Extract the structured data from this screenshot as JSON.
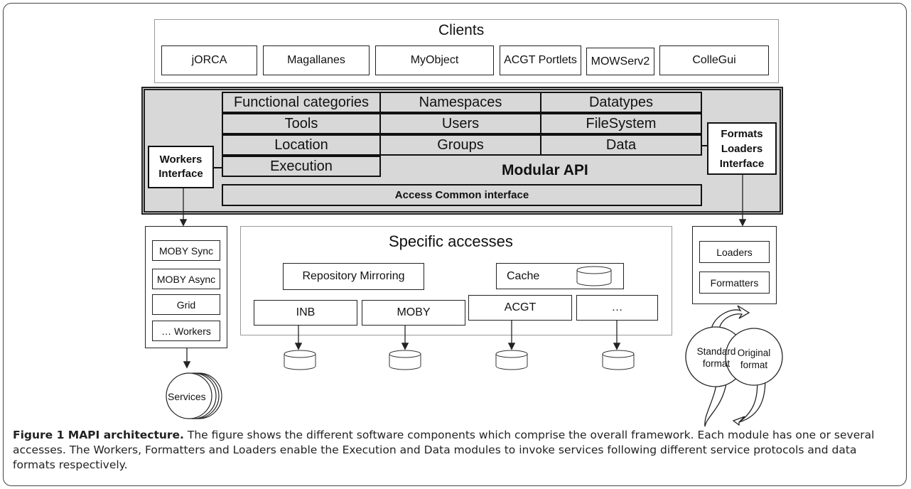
{
  "clients": {
    "title": "Clients",
    "items": [
      "jORCA",
      "Magallanes",
      "MyObject",
      "ACGT Portlets",
      "MOWServ2",
      "ColleGui"
    ]
  },
  "api": {
    "rows": [
      [
        "Functional categories",
        "Namespaces",
        "Datatypes"
      ],
      [
        "Tools",
        "Users",
        "FileSystem"
      ],
      [
        "Location",
        "Groups",
        "Data"
      ],
      [
        "Execution"
      ]
    ],
    "modular_label": "Modular API",
    "access_common": "Access Common interface",
    "workers_interface": "Workers Interface",
    "formats_interface": "Formats Loaders Interface"
  },
  "workers": {
    "items": [
      "MOBY Sync",
      "MOBY Async",
      "Grid",
      "… Workers"
    ],
    "services": "Services"
  },
  "specific": {
    "title": "Specific accesses",
    "repository": "Repository Mirroring",
    "cache": "Cache",
    "repos": [
      "INB",
      "MOBY",
      "ACGT",
      "…"
    ]
  },
  "formats": {
    "loaders": "Loaders",
    "formatters": "Formatters",
    "standard": "Standard format",
    "original": "Original format"
  },
  "caption": {
    "title": "Figure 1 MAPI architecture.",
    "text": " The figure shows the different software components which comprise the overall framework. Each module has one or several accesses. The Workers, Formatters and Loaders enable the Execution and Data modules to invoke services following different service protocols and data formats respectively."
  }
}
